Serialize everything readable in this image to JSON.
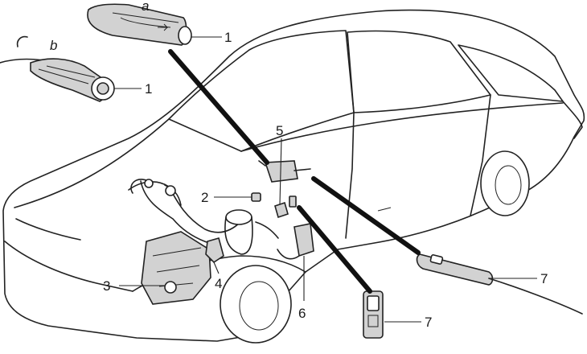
{
  "diagram": {
    "callouts": {
      "a": "a",
      "b": "b",
      "n1_top": "1",
      "n1_mid": "1",
      "n2": "2",
      "n3": "3",
      "n4": "4",
      "n5": "5",
      "n6": "6",
      "n7_right": "7",
      "n7_bottom": "7"
    },
    "colors": {
      "ink": "#222222",
      "component_fill": "#d2d2d2",
      "background": "#ffffff"
    }
  }
}
